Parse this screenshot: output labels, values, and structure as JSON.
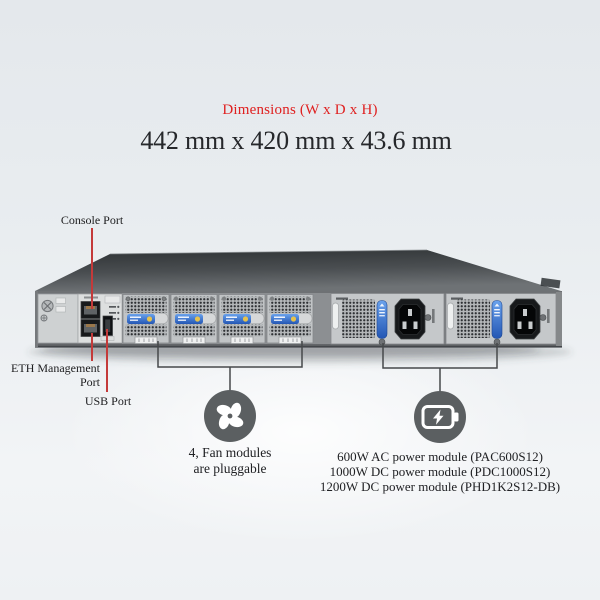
{
  "header": {
    "title": "Dimensions (W x D x H)",
    "dimensions_value": "442 mm x 420 mm x 43.6 mm"
  },
  "port_labels": {
    "console": "Console Port",
    "eth_line1": "ETH Management",
    "eth_line2": "Port",
    "usb": "USB Port"
  },
  "fan_callout": {
    "icon": "fan-icon",
    "line1": "4, Fan modules",
    "line2": "are pluggable"
  },
  "power_callout": {
    "icon": "power-battery-icon",
    "line1": "600W AC power module (PAC600S12)",
    "line2": "1000W DC power module (PDC1000S12)",
    "line3": "1200W DC power module (PHD1K2S12-DB)"
  },
  "colors": {
    "accent_red": "#df2020",
    "annotation_line_red": "#c43a3a",
    "callout_circle_gray": "#5b5f61",
    "connector_line_gray": "#46494b",
    "module_label_blue": "#2f6cc8",
    "chassis_dark": "#33373a",
    "panel_gray": "#b6b9bb"
  }
}
